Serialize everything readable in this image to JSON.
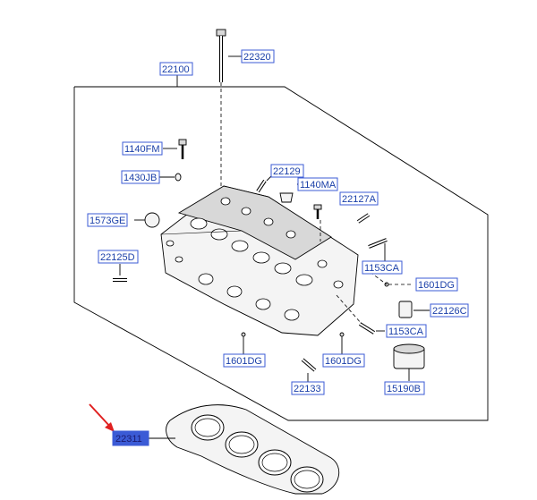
{
  "labels": {
    "p22320": "22320",
    "p22100": "22100",
    "p1140fm": "1140FM",
    "p1430jb": "1430JB",
    "p22129": "22129",
    "p1140ma": "1140MA",
    "p22127a": "22127A",
    "p1573ge": "1573GE",
    "p22125d": "22125D",
    "p1153ca_a": "1153CA",
    "p1601dg_a": "1601DG",
    "p22126c": "22126C",
    "p1153ca_b": "1153CA",
    "p1601dg_b": "1601DG",
    "p1601dg_c": "1601DG",
    "p22133": "22133",
    "p15190b": "15190B",
    "p22311": "22311"
  },
  "colors": {
    "label_border": "#3b5bd6",
    "label_text": "#1a3fa8",
    "selected_fill": "#3b5bd6",
    "arrow": "#e02020"
  }
}
